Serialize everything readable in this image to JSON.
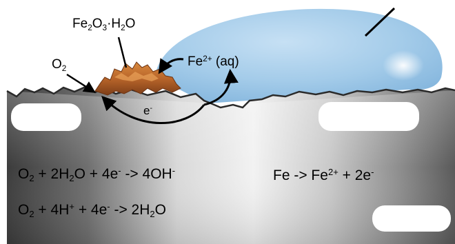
{
  "labels": {
    "rust": {
      "fe": "Fe",
      "sub2": "2",
      "o": "O",
      "sub3": "3",
      "dot": "·",
      "h": "H",
      "sub2b": "2",
      "o2": "O"
    },
    "oxygen": {
      "base": "O",
      "sub": "2"
    },
    "ferrous_ion": {
      "base": "Fe",
      "sup": "2+",
      "state": "(aq)"
    },
    "electron": {
      "base": "e",
      "sup": "-"
    }
  },
  "equations": {
    "cathode_1": {
      "p1": "O",
      "s1": "2",
      "p2": " + 2H",
      "s2": "2",
      "p3": "O + 4e",
      "sup1": "-",
      "p4": " -> 4OH",
      "sup2": "-"
    },
    "cathode_2": {
      "p1": "O",
      "s1": "2",
      "p2": " + 4H",
      "sup1": "+",
      "p3": " + 4e",
      "sup2": "-",
      "p4": " -> 2H",
      "s2": "2",
      "p5": "O"
    },
    "anode": {
      "p1": "Fe -> Fe",
      "sup1": "2+",
      "p2": " + 2e",
      "sup2": "-"
    }
  },
  "colors": {
    "water_drop": "#9cc9ea",
    "rust": "#b8652a",
    "metal_light": "#e8e8e8",
    "metal_dark": "#3a3a3a",
    "text": "#000000"
  }
}
